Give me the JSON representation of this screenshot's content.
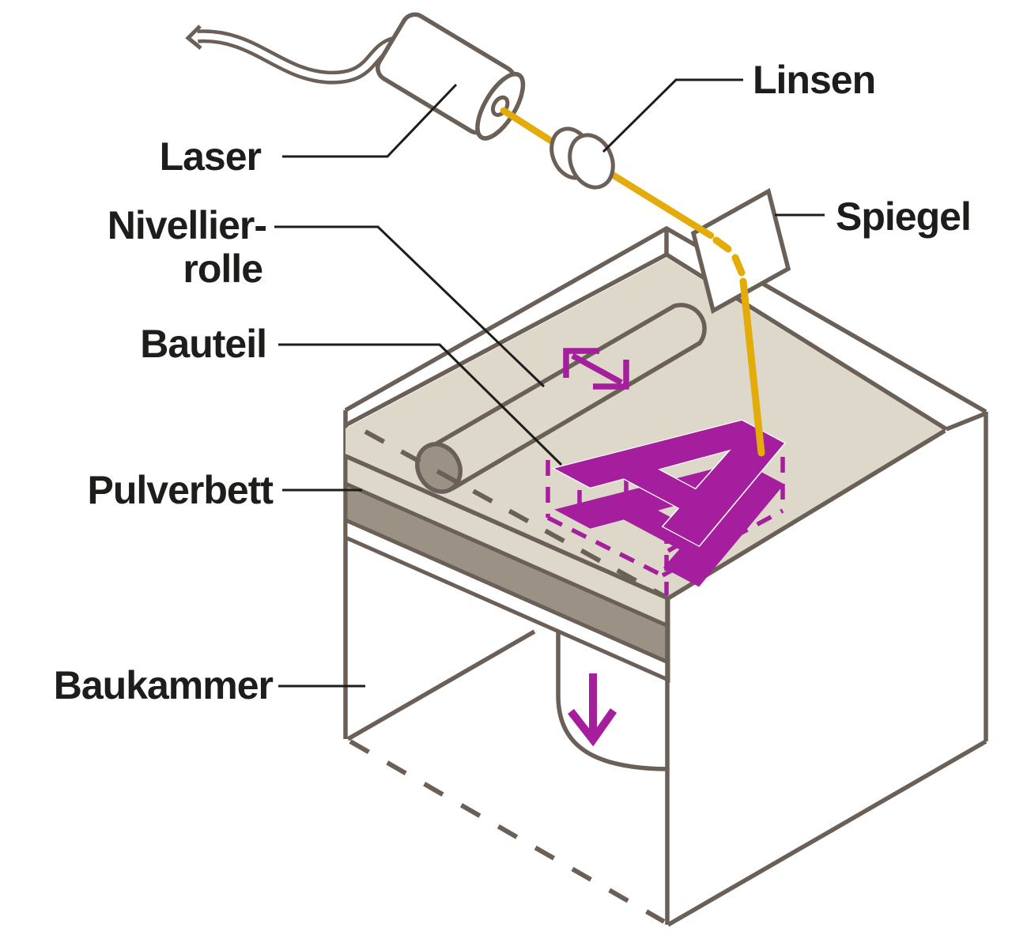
{
  "diagram": {
    "labels": {
      "laser": "Laser",
      "lenses": "Linsen",
      "mirror": "Spiegel",
      "roller_line1": "Nivellier-",
      "roller_line2": "rolle",
      "component": "Bauteil",
      "powder_bed": "Pulverbett",
      "build_chamber": "Baukammer"
    },
    "workpiece_letter": "A",
    "colors": {
      "outline_brown": "#6b6057",
      "leader_black": "#1d1d1b",
      "beam_yellow": "#e3ac0b",
      "accent_magenta": "#a51e9e",
      "powder_surface_beige": "#ded8ca",
      "powder_side_taupe": "#9c9185",
      "background": "#ffffff"
    }
  }
}
